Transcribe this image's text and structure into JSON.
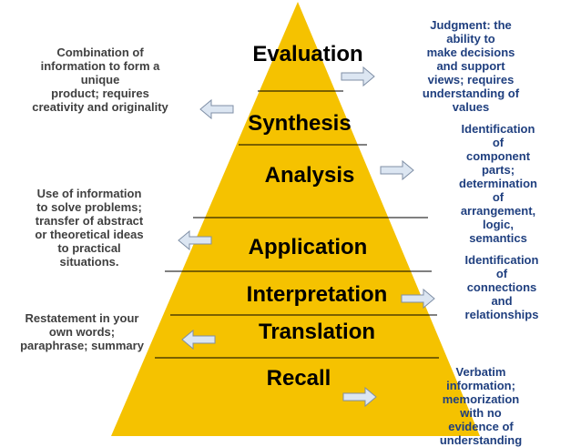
{
  "diagram": {
    "colors": {
      "pyramid_fill": "#F5C200",
      "divider": "#000000",
      "arrow_fill": "#DCE6F2",
      "arrow_stroke": "#7F8FA6",
      "left_text": "#404040",
      "right_text": "#1F3F7F"
    },
    "levels": [
      {
        "label": "Evaluation",
        "arrow": "right"
      },
      {
        "label": "Synthesis",
        "arrow": "left"
      },
      {
        "label": "Analysis",
        "arrow": "right"
      },
      {
        "label": "Application",
        "arrow": "left"
      },
      {
        "label": "Interpretation",
        "arrow": "right"
      },
      {
        "label": "Translation",
        "arrow": "left"
      },
      {
        "label": "Recall",
        "arrow": "right"
      }
    ],
    "descriptions": {
      "evaluation": "Judgment: the ability to\nmake decisions and support\nviews; requires\nunderstanding of values",
      "synthesis": "Combination of\ninformation to form a\nunique\nproduct; requires\ncreativity and originality",
      "analysis": "Identification of\ncomponent parts;\ndetermination of\narrangement, logic,\nsemantics",
      "application": "Use of information\nto solve problems;\ntransfer of abstract\nor theoretical ideas\nto practical\nsituations.",
      "interpretation": "Identification of\nconnections and\nrelationships",
      "translation": "Restatement in your\nown words;\nparaphrase; summary",
      "recall": "Verbatim information;\nmemorization with no\nevidence of understanding"
    }
  }
}
